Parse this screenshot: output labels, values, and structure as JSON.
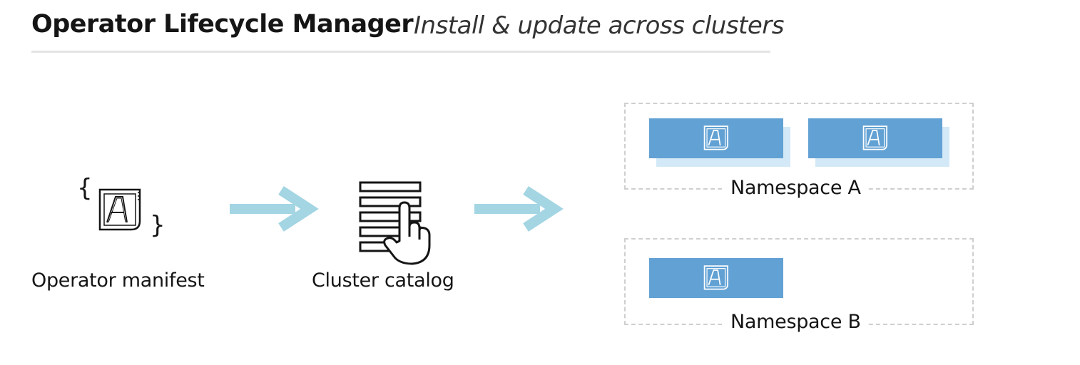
{
  "header": {
    "title": "Operator Lifecycle Manager",
    "subtitle": "Install & update across clusters"
  },
  "steps": [
    {
      "label": "Operator manifest",
      "icon": "operator-manifest-icon"
    },
    {
      "label": "Cluster catalog",
      "icon": "cluster-catalog-icon"
    }
  ],
  "namespaces": [
    {
      "label": "Namespace A",
      "operator_count": 2
    },
    {
      "label": "Namespace B",
      "operator_count": 1
    }
  ],
  "colors": {
    "arrow": "#a3d5e3",
    "operator_card": "#62a1d4",
    "operator_card_shadow": "#d3e9f7",
    "namespace_border": "#cfcfcf",
    "title_rule": "#e4e4e4"
  },
  "icons": {
    "brace_open": "{",
    "brace_close": "}"
  }
}
